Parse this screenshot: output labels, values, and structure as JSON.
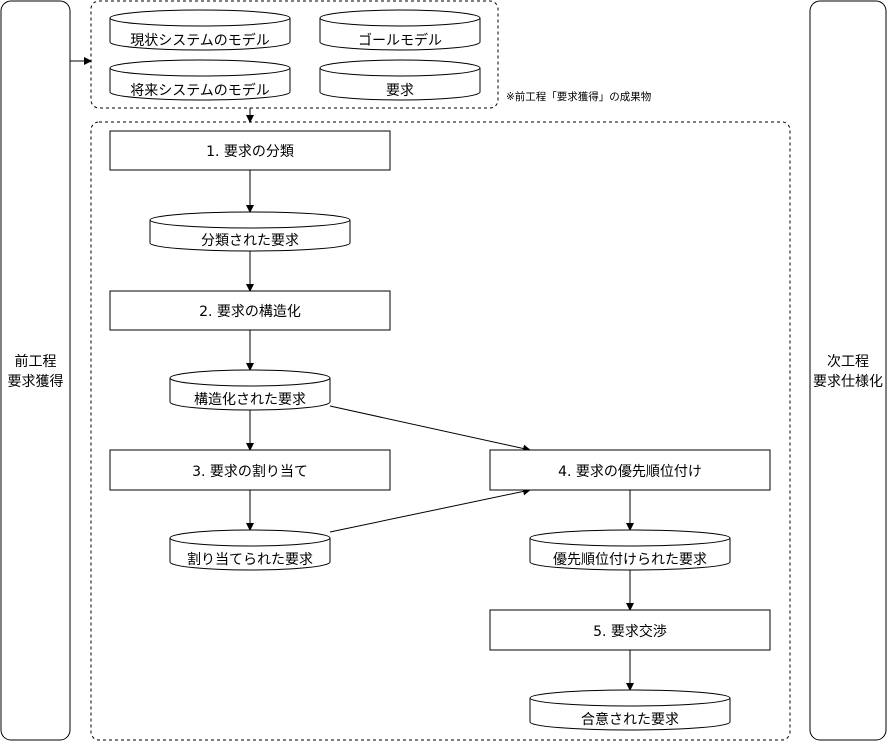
{
  "side_panels": {
    "left": [
      "前工程",
      "要求獲得"
    ],
    "right": [
      "次工程",
      "要求仕様化"
    ]
  },
  "inputs": {
    "items": [
      "現状システムのモデル",
      "ゴールモデル",
      "将来システムのモデル",
      "要求"
    ],
    "note": "※前工程「要求獲得」の成果物"
  },
  "steps": {
    "s1": "1. 要求の分類",
    "s2": "2. 要求の構造化",
    "s3": "3. 要求の割り当て",
    "s4": "4. 要求の優先順位付け",
    "s5": "5. 要求交渉"
  },
  "artifacts": {
    "a1": "分類された要求",
    "a2": "構造化された要求",
    "a3": "割り当てられた要求",
    "a4": "優先順位付けられた要求",
    "a5": "合意された要求"
  }
}
